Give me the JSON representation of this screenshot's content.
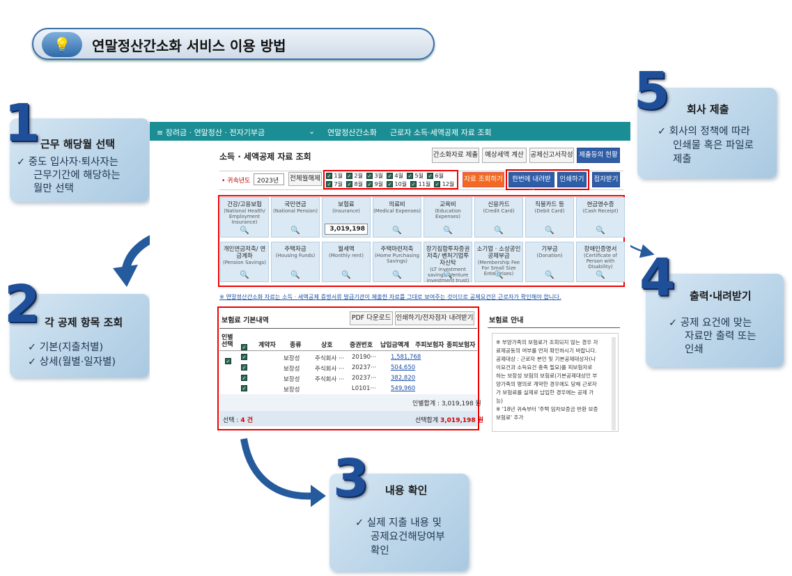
{
  "title": "연말정산간소화 서비스 이용 방법",
  "steps": [
    {
      "num": "1",
      "title": "근무 해당월 선택",
      "lines": [
        "✓ 중도 입사자·퇴사자는",
        "근무기간에 해당하는",
        "월만 선택"
      ]
    },
    {
      "num": "2",
      "title": "각 공제 항목 조회",
      "lines": [
        "✓ 기본(지출처별)",
        "✓ 상세(월별·일자별)"
      ]
    },
    {
      "num": "3",
      "title": "내용 확인",
      "lines": [
        "✓ 실제 지출 내용 및",
        "공제요건해당여부",
        "확인"
      ]
    },
    {
      "num": "4",
      "title": "출력·내려받기",
      "lines": [
        "✓ 공제 요건에 맞는",
        "자료만 출력 또는",
        "인쇄"
      ]
    },
    {
      "num": "5",
      "title": "회사 제출",
      "lines": [
        "✓ 회사의 정책에 따라",
        "인쇄물 혹은 파일로",
        "제출"
      ]
    }
  ],
  "app": {
    "menu": "≡ 장려금 · 연말정산 · 전자기부금",
    "breadcrumb1": "연말정산간소화",
    "breadcrumb2": "근로자 소득·세액공제 자료 조회",
    "heading": "소득 · 세액공제 자료 조회",
    "top_buttons": [
      "간소화자료 제출",
      "예상세액 계산",
      "공제신고서작성",
      "제출등의 현황"
    ],
    "year_label": "• 귀속년도",
    "year_value": "2023년",
    "all_months_btn": "전체월해제",
    "months_row1": [
      "1월",
      "2월",
      "3월",
      "4월",
      "5월",
      "6월"
    ],
    "months_row2": [
      "7월",
      "8월",
      "9월",
      "10월",
      "11월",
      "12월"
    ],
    "query_btn": "자료 조회하기",
    "download_btn": "한번에 내려받기",
    "print_btn": "인쇄하기",
    "receive_btn": "접자받기",
    "deductions_row1": [
      {
        "ko": "건강/고용보험",
        "en": "(National Health/ Employment Insurance)"
      },
      {
        "ko": "국민연금",
        "en": "(National Pension)"
      },
      {
        "ko": "보험료",
        "en": "(Insurance)"
      },
      {
        "ko": "의료비",
        "en": "(Medical Expenses)"
      },
      {
        "ko": "교육비",
        "en": "(Education Expenses)"
      },
      {
        "ko": "신용카드",
        "en": "(Credit Card)"
      },
      {
        "ko": "직불카드 등",
        "en": "(Debit Card)"
      },
      {
        "ko": "현금영수증",
        "en": "(Cash Receipt)"
      }
    ],
    "deductions_row2": [
      {
        "ko": "개인연금저축/ 연금계좌",
        "en": "(Pension Savings)"
      },
      {
        "ko": "주택자금",
        "en": "(Housing Funds)"
      },
      {
        "ko": "월세액",
        "en": "(Monthly rent)"
      },
      {
        "ko": "주택마련저축",
        "en": "(Home Purchasing Savings)"
      },
      {
        "ko": "장기집합투자증권저축/ 벤처기업투자신탁",
        "en": "(LT investment savings/ Venture investment trust)"
      },
      {
        "ko": "소기업 · 소상공인 공제부금",
        "en": "(Membership Fee For Small Size Enterprises)"
      },
      {
        "ko": "기부금",
        "en": "(Donation)"
      },
      {
        "ko": "장애인증명서",
        "en": "(Certificate of Person with Disability)"
      }
    ],
    "insurance_value": "3,019,198",
    "notice": "※ 연말정산간소화 자료는 소득 · 세액공제 증명서류 발급기관이 제출한 자료를 그대로 보여주는 것이므로 공제요건은 근로자가 확인해야 합니다.",
    "table_title": "보험료 기본내역",
    "pdf_btn": "PDF 다운로드",
    "print_dl_btn": "인쇄하기/전자점자 내려받기",
    "columns": [
      "인별 선택",
      "계약자",
      "종류",
      "상호",
      "증권번호",
      "납입금액계",
      "주피보험자",
      "종피보험자"
    ],
    "rows": [
      {
        "kind": "보장성",
        "company": "주식회사 ···",
        "policy": "20190···",
        "amount": "1,581,768"
      },
      {
        "kind": "보장성",
        "company": "주식회사 ···",
        "policy": "20237···",
        "amount": "504,650"
      },
      {
        "kind": "보장성",
        "company": "주식회사 ···",
        "policy": "20237···",
        "amount": "382,820"
      },
      {
        "kind": "보장성",
        "company": "",
        "policy": "L0101···",
        "amount": "549,960"
      }
    ],
    "person_total": "인별합계 : 3,019,198 원",
    "selected_count_label": "선택 : ",
    "selected_count": "4 건",
    "selected_total_label": "선택합계 ",
    "selected_total": "3,019,198 원",
    "guide_title": "보험료 안내",
    "guide_text": [
      "※ 부양가족의 보험료가 조회되지 않는 경우 자",
      "료제공동의 여부를 먼저 확인하시기 바랍니다.",
      "공제대상 : 근로자 본인 및 기본공제대상자(나",
      "이요건과 소득요건 충족 필요)를 피보험자로",
      "하는 보장성 보험의 보험료(기본공제대상인 부",
      "양가족의 명의로 계약한 경우에도 당해 근로자",
      "가 보험료를 실제로 납입한 경우에는 공제 가",
      "능)",
      "※ '18년 귀속부터 '주택 임차보증금 반환 보증",
      "보험료' 추가"
    ]
  }
}
